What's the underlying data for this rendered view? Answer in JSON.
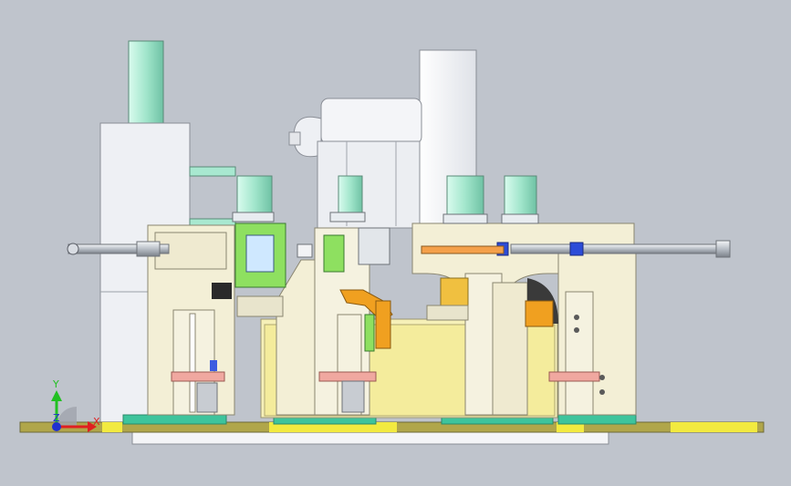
{
  "viewport": {
    "background": "#bfc4cc"
  },
  "triad": {
    "x_label": "X",
    "y_label": "Y",
    "z_label": "Z",
    "x_color": "#e02020",
    "y_color": "#22c022",
    "z_color": "#2030d0"
  },
  "colors": {
    "base_yellow": "#e9e46a",
    "base_olive": "#b0a64a",
    "frame_cream": "#f3efd6",
    "frame_edge": "#8a8670",
    "housing_white": "#eef0f4",
    "cylinder_mint": "#a8e8d0",
    "pink": "#f0a8a0",
    "orange": "#f0a020",
    "green_part": "#8ee060",
    "steel": "#c8ccd2",
    "blue_part": "#2c4cd8"
  }
}
